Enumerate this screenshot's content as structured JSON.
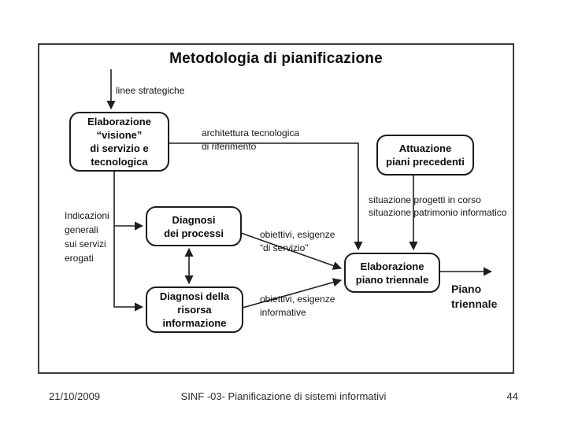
{
  "title": "Metodologia di pianificazione",
  "boxes": {
    "elaborazione_visione": "Elaborazione\n“visione”\ndi servizio e\ntecnologica",
    "attuazione_piani": "Attuazione\npiani precedenti",
    "diagnosi_processi": "Diagnosi\ndei processi",
    "diagnosi_risorsa": "Diagnosi della\nrisorsa\ninformazione",
    "elaborazione_piano": "Elaborazione\npiano triennale"
  },
  "labels": {
    "linee_strategiche": "linee strategiche",
    "architettura": "architettura tecnologica\ndi riferimento",
    "situazione": "situazione progetti in corso\nsituazione patrimonio informatico",
    "indicazioni": "Indicazioni\ngenerali\nsui servizi\nerogati",
    "obiettivi_servizio": "obiettivi, esigenze\n“di servizio”",
    "obiettivi_informative": "obiettivi, esigenze\ninformative",
    "piano_triennale": "Piano\ntriennale"
  },
  "footer": {
    "date": "21/10/2009",
    "course": "SINF -03- Pianificazione di sistemi informativi",
    "page": "44"
  },
  "colors": {
    "background": "#ffffff",
    "stroke": "#1f1f1f",
    "text": "#111111",
    "slide_border": "#3e3e3e"
  },
  "edges": [
    {
      "from": "input",
      "label": "linee strategiche",
      "to": "Elaborazione “visione” di servizio e tecnologica"
    },
    {
      "from": "Elaborazione “visione” di servizio e tecnologica",
      "label": "architettura tecnologica di riferimento",
      "to": "Elaborazione piano triennale"
    },
    {
      "from": "Attuazione piani precedenti",
      "label": "situazione progetti in corso, situazione patrimonio informatico",
      "to": "Elaborazione piano triennale"
    },
    {
      "from": "Elaborazione “visione” di servizio e tecnologica",
      "label": "Indicazioni generali sui servizi erogati",
      "to": "Diagnosi dei processi"
    },
    {
      "from": "Elaborazione “visione” di servizio e tecnologica",
      "label": "Indicazioni generali sui servizi erogati",
      "to": "Diagnosi della risorsa informazione"
    },
    {
      "from": "Diagnosi dei processi",
      "label": "",
      "to": "Diagnosi della risorsa informazione",
      "bidirectional": true
    },
    {
      "from": "Diagnosi dei processi",
      "label": "obiettivi, esigenze “di servizio”",
      "to": "Elaborazione piano triennale"
    },
    {
      "from": "Diagnosi della risorsa informazione",
      "label": "obiettivi, esigenze informative",
      "to": "Elaborazione piano triennale"
    },
    {
      "from": "Elaborazione piano triennale",
      "label": "Piano triennale",
      "to": "output"
    }
  ]
}
